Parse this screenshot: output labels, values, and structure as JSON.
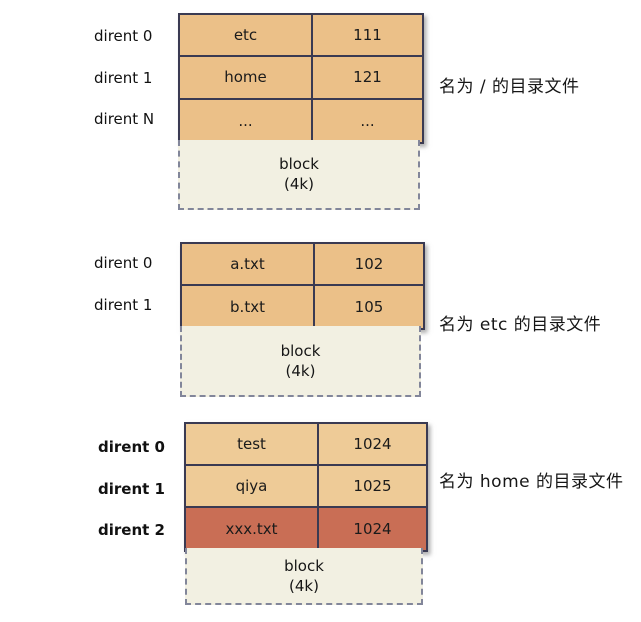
{
  "sections": [
    {
      "caption": "名为 / 的目录文件",
      "block": {
        "line1": "block",
        "line2": "(4k)"
      },
      "rows": [
        {
          "label": "dirent 0",
          "name": "etc",
          "inode": "111"
        },
        {
          "label": "dirent 1",
          "name": "home",
          "inode": "121"
        },
        {
          "label": "dirent N",
          "name": "...",
          "inode": "..."
        }
      ]
    },
    {
      "caption": "名为 etc 的目录文件",
      "block": {
        "line1": "block",
        "line2": "(4k)"
      },
      "rows": [
        {
          "label": "dirent 0",
          "name": "a.txt",
          "inode": "102"
        },
        {
          "label": "dirent 1",
          "name": "b.txt",
          "inode": "105"
        }
      ]
    },
    {
      "caption": "名为 home 的目录文件",
      "block": {
        "line1": "block",
        "line2": "(4k)"
      },
      "rows": [
        {
          "label": "dirent 0",
          "name": "test",
          "inode": "1024",
          "inode_color": "#2121ee"
        },
        {
          "label": "dirent 1",
          "name": "qiya",
          "inode": "1025"
        },
        {
          "label": "dirent 2",
          "name": "xxx.txt",
          "inode": "1024",
          "inode_color": "#2121ee",
          "highlight": true
        }
      ]
    }
  ],
  "colors": {
    "cell_fill": "#ebc088",
    "cell_fill_bottom": "#eecb97",
    "highlight_fill": "#c96e55",
    "inode_blue": "#2121ee",
    "table_border": "#3a3a52",
    "block_fill": "#f2f0e2",
    "block_border": "#82869a"
  }
}
